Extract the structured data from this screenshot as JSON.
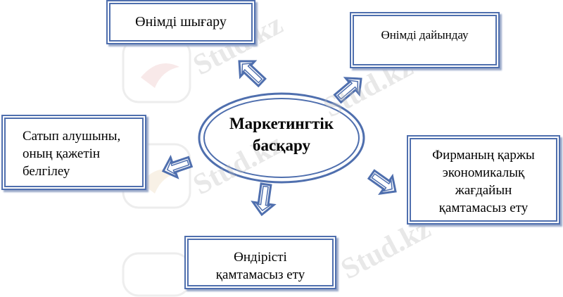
{
  "center": {
    "label": "Маркетингтік\nбасқару"
  },
  "nodes": [
    {
      "id": "top",
      "label": "Өнімді шығару"
    },
    {
      "id": "topright",
      "label": "Өнімді дайындау"
    },
    {
      "id": "left",
      "label": "Сатып алушыны,\nоның қажетін\nбелгілеу"
    },
    {
      "id": "right",
      "label": "Фирманың қаржы\nэкономикалық\nжағдайын\nқамтамасыз  ету"
    },
    {
      "id": "bottom",
      "label": "Өндірісті\nқамтамасыз  ету"
    }
  ],
  "watermark": "Stud.kz",
  "colors": {
    "border": "#4f6fae",
    "shadow": "#9aa9c9",
    "arrow_fill": "#ffffff"
  }
}
